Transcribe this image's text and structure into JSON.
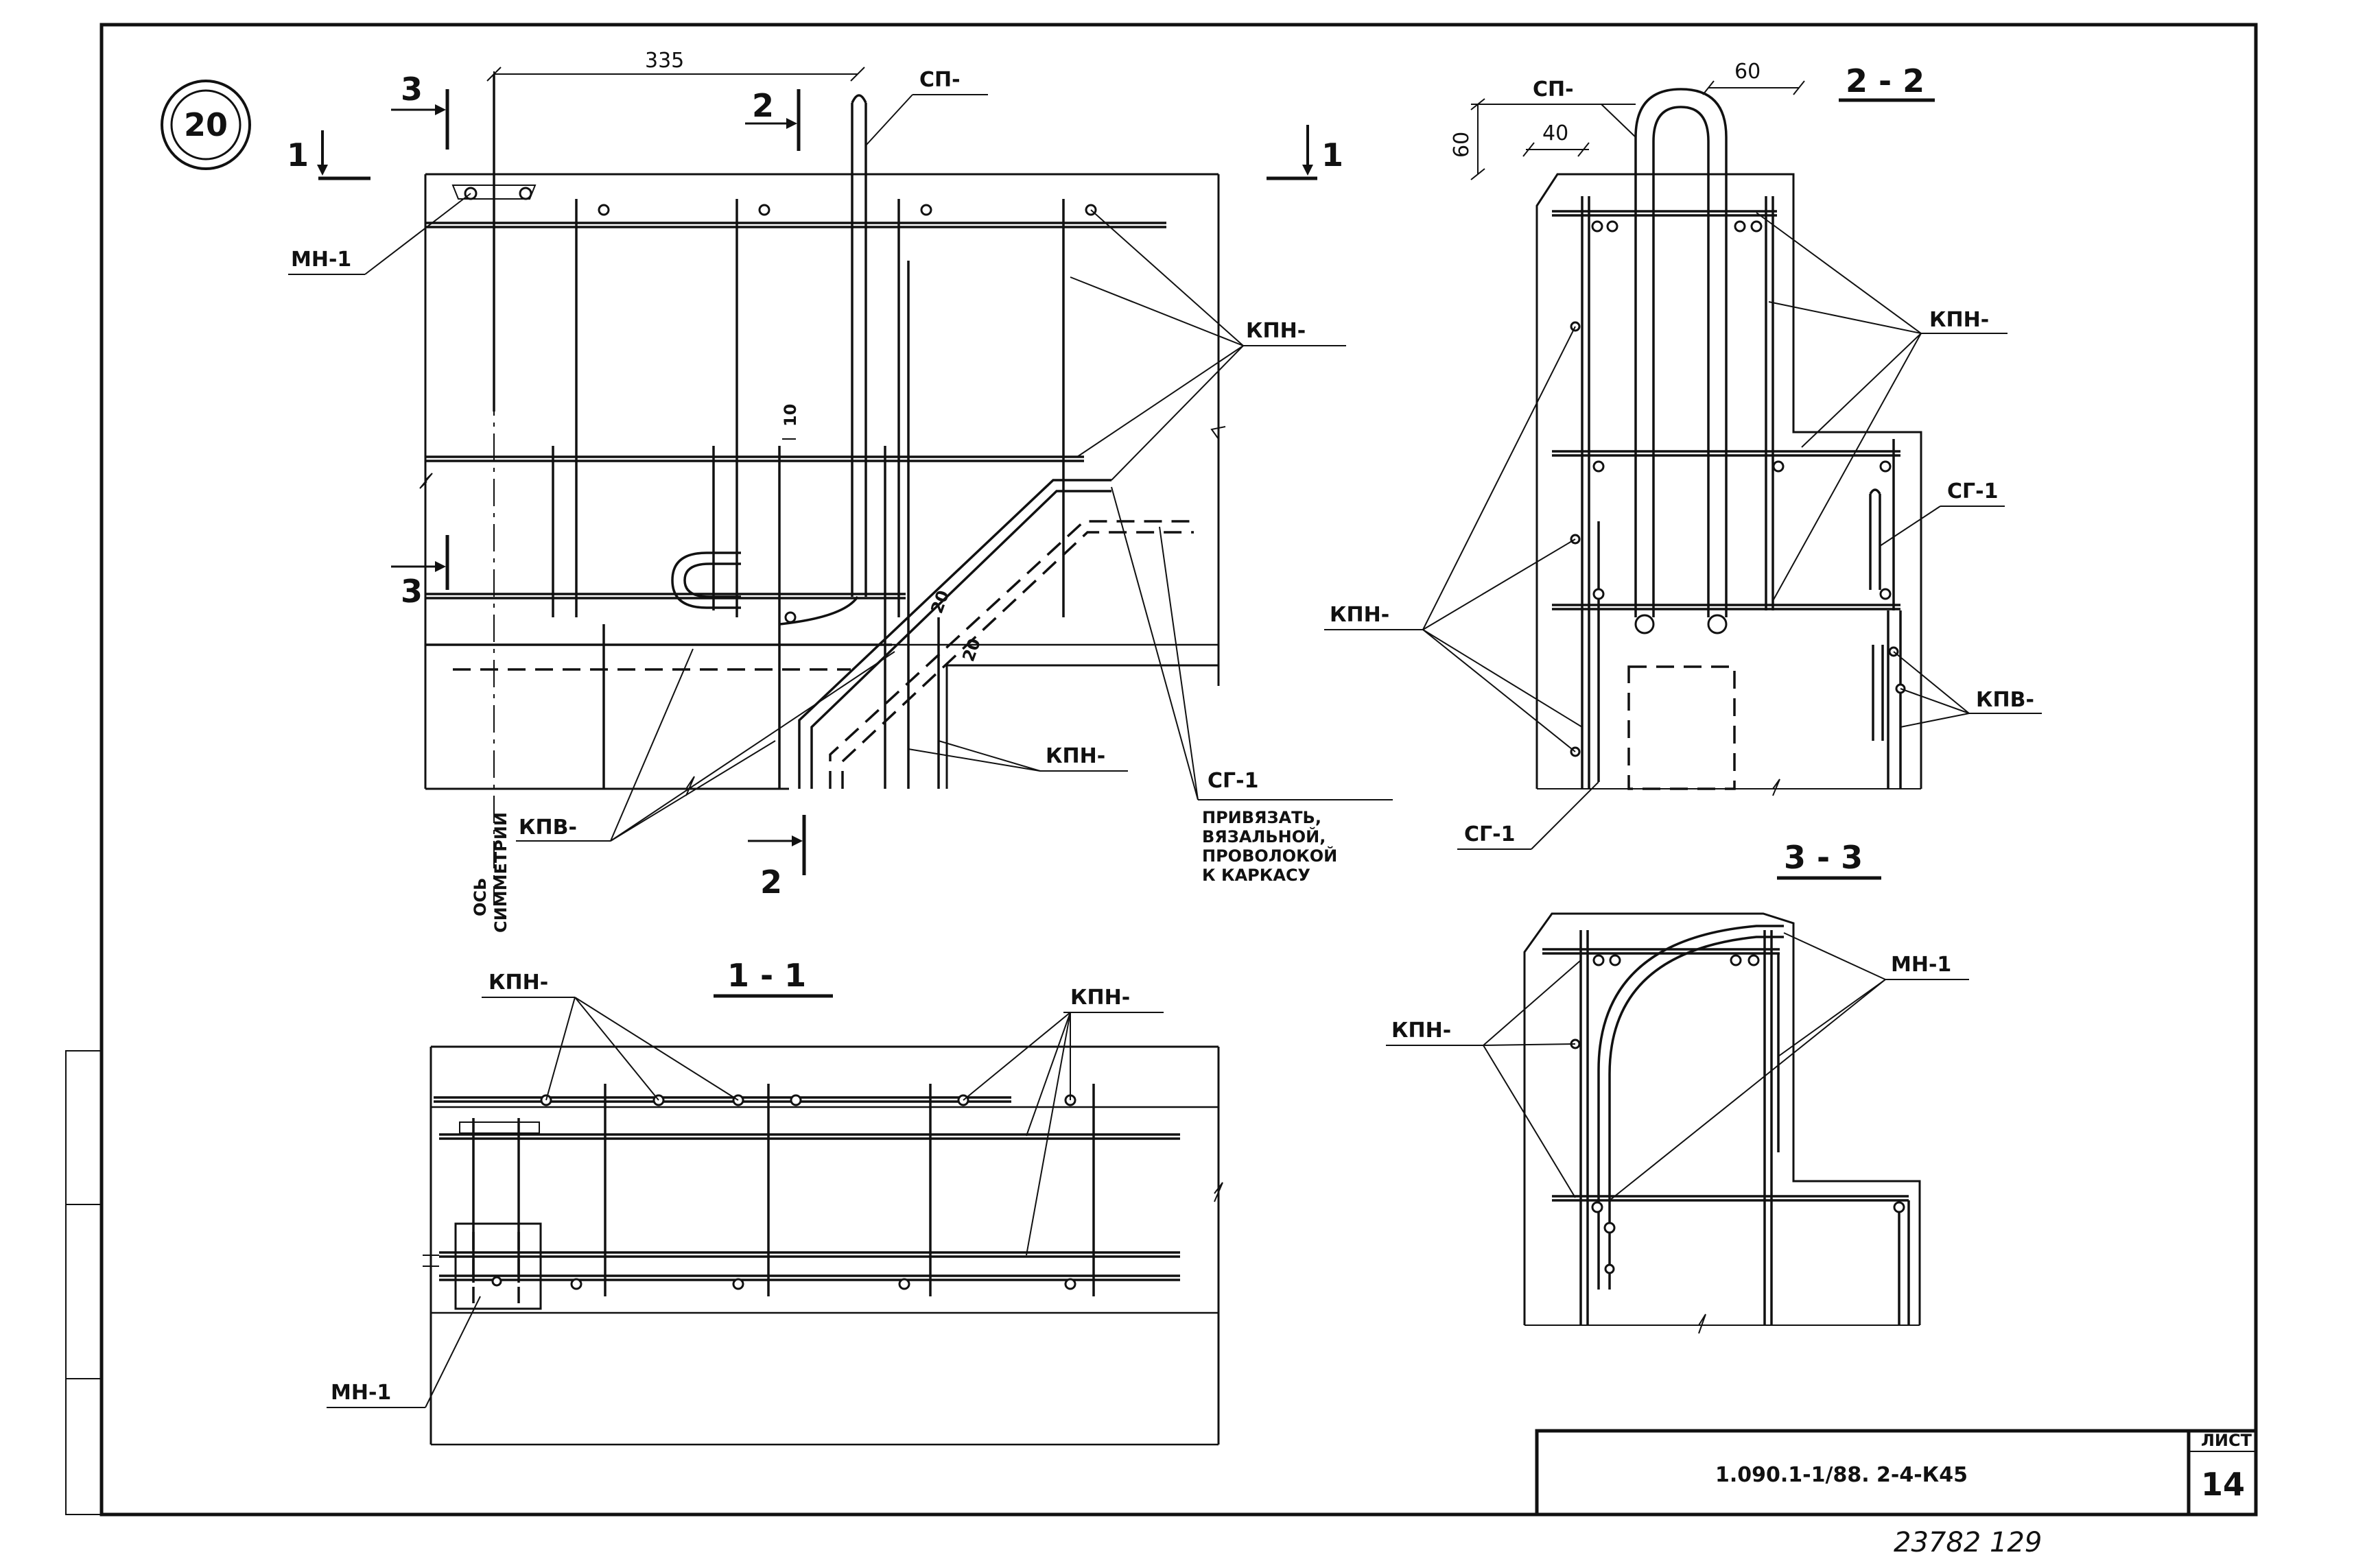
{
  "sheet": {
    "detail_number": "20",
    "title_block_code": "1.090.1-1/88. 2-4-К45",
    "sheet_label": "ЛИСТ",
    "sheet_number": "14",
    "archive_number": "23782  129"
  },
  "view_main": {
    "section_marks": {
      "m1a": "1",
      "m1b": "1",
      "m2a": "2",
      "m2b": "2",
      "m3a": "3",
      "m3b": "3"
    },
    "dim_335": "335",
    "dim_10": "10",
    "dim_20a": "20",
    "dim_20b": "20",
    "label_sp": "СП-",
    "label_mn1": "МН-1",
    "label_kpn_a": "КПН-",
    "label_kpn_b": "КПН-",
    "label_kpv": "КПВ-",
    "label_sg1": "СГ-1",
    "note_line1": "ПРИВЯЗАТЬ,",
    "note_line2": "ВЯЗАЛЬНОЙ,",
    "note_line3": "ПРОВОЛОКОЙ",
    "note_line4": "К КАРКАСУ",
    "axis_line1": "ОСЬ",
    "axis_line2": "СИММЕТРИИ"
  },
  "view_11": {
    "title": "1 - 1",
    "label_kpn_a": "КПН-",
    "label_kpn_b": "КПН-",
    "label_mn1": "МН-1"
  },
  "view_22": {
    "title": "2 - 2",
    "dim_60a": "60",
    "dim_60b": "60",
    "dim_40": "40",
    "label_sp": "СП-",
    "label_kpn_a": "КПН-",
    "label_kpn_b": "КПН-",
    "label_sg1_a": "СГ-1",
    "label_sg1_b": "СГ-1",
    "label_kpv": "КПВ-"
  },
  "view_33": {
    "title": "3 - 3",
    "label_kpn": "КПН-",
    "label_mn1": "МН-1"
  }
}
